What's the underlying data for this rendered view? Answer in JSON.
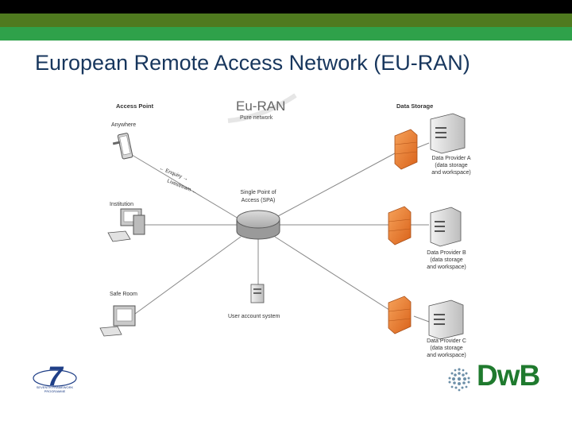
{
  "header": {
    "band_colors": [
      "#000000",
      "#4f7a1f",
      "#2fa14a"
    ],
    "title": "European Remote Access Network (EU-RAN)"
  },
  "diagram": {
    "brand": "Eu-RAN",
    "brand_subtitle": "Pure network",
    "sections": {
      "access_point": "Access Point",
      "data_storage": "Data Storage"
    },
    "spa_label": [
      "Single Point of",
      "Access (SPA)"
    ],
    "access_points": [
      {
        "label": "Anywhere",
        "icon": "tablet-icon"
      },
      {
        "label": "Institution",
        "icon": "desktop-computer-icon"
      },
      {
        "label": "Safe Room",
        "icon": "thin-client-terminal-icon"
      }
    ],
    "flow_labels": {
      "enquiry": "Enquiry",
      "livestream": "Livestream"
    },
    "user_account_system": "User account system",
    "providers": [
      {
        "lines": [
          "Data Provider A",
          "(data storage",
          "and workspace)"
        ]
      },
      {
        "lines": [
          "Data Provider B",
          "(data storage",
          "and workspace)"
        ]
      },
      {
        "lines": [
          "Data Provider C",
          "(data storage",
          "and workspace)"
        ]
      }
    ],
    "colors": {
      "firewall": "#e8762a",
      "hub": "#a9a9a9",
      "connector": "#8a8a8a"
    }
  },
  "logos": {
    "fp7_number": "7",
    "fp7_caption": [
      "SEVENTH FRAMEWORK",
      "PROGRAMME"
    ],
    "dwb_wordmark": "DwB"
  }
}
